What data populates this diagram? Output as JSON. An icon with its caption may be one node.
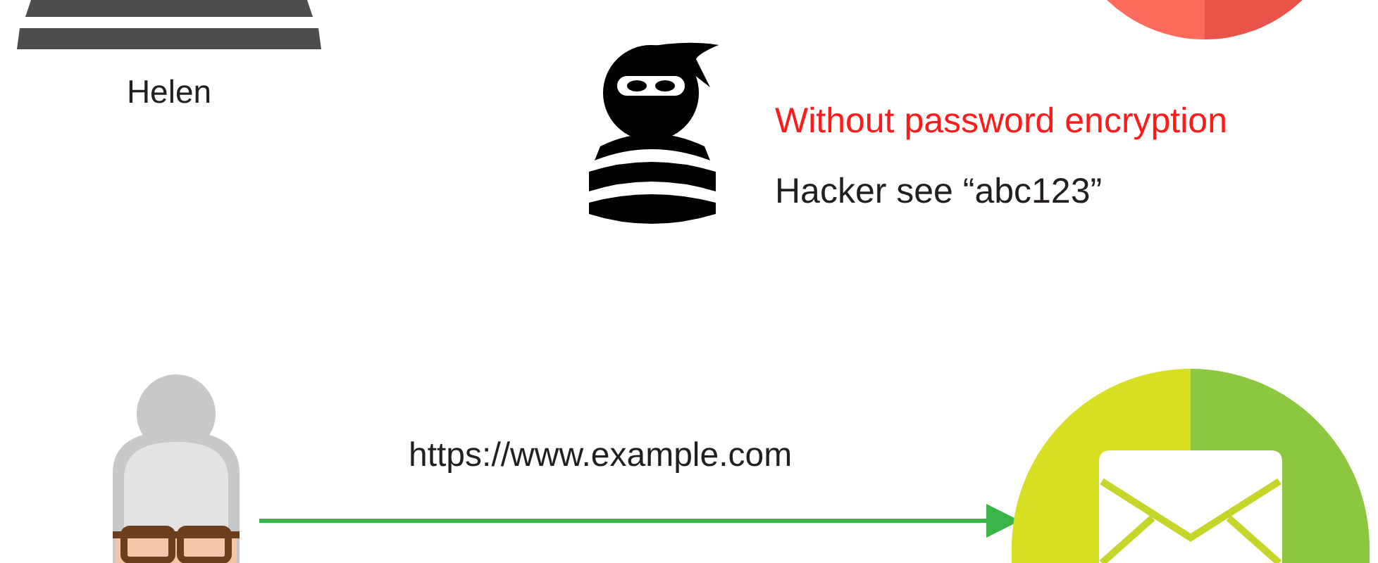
{
  "diagram": {
    "nodes": [
      {
        "text": [
          "Helen"
        ]
      },
      {
        "text": [],
        "shape": "circle"
      },
      {
        "text": [],
        "shape": "picture",
        "beside": [
          "Without password encryption",
          "Hacker see “abc123”"
        ]
      },
      {
        "text": [],
        "shape": "picture"
      },
      {
        "text": [],
        "shape": "circle"
      }
    ],
    "edges": [
      {
        "from": 3,
        "to": 4,
        "arrow": "to",
        "label": "https://www.example.com",
        "color": "#3bb54a"
      }
    ]
  }
}
